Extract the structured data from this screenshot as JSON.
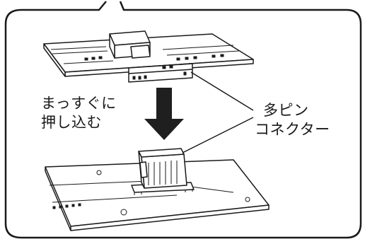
{
  "labels": {
    "push_line1": "まっすぐに",
    "push_line2": "押し込む",
    "connector_line1": "多ピン",
    "connector_line2": "コネクター"
  },
  "colors": {
    "line": "#1a1a1a",
    "arrow": "#1f1f1f",
    "background": "#ffffff"
  }
}
